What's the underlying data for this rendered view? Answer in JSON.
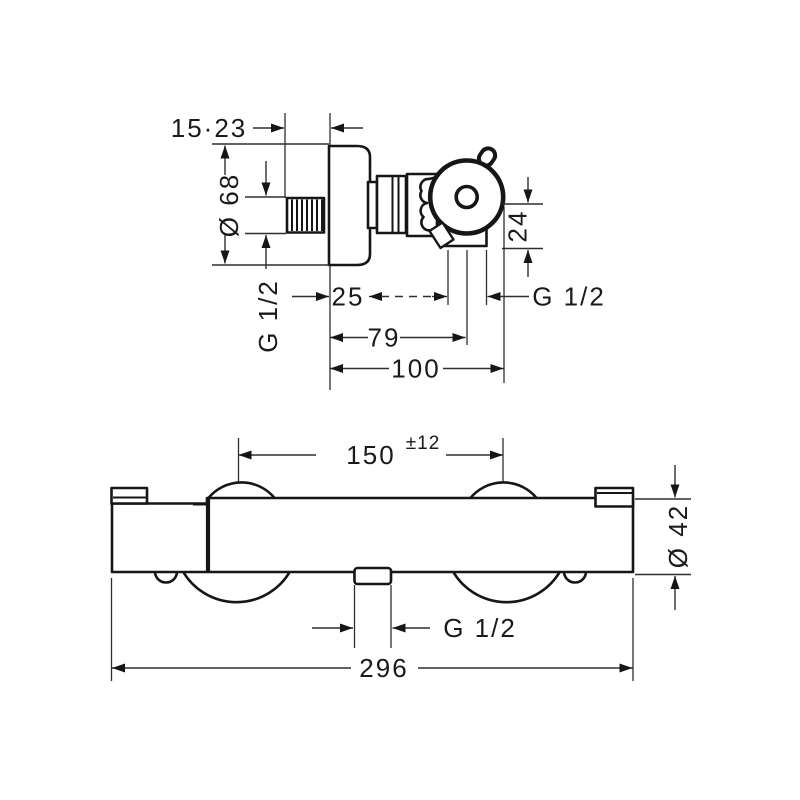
{
  "colors": {
    "background": "#ffffff",
    "line": "#161616",
    "dimension_line": "#2e2e2e",
    "text": "#1a1a1a"
  },
  "side_view": {
    "labels": {
      "wall_distance": "15·23",
      "escutcheon_diameter": "Ø 68",
      "inlet_thread": "G 1/2",
      "escutcheon_depth": "25",
      "outlet_thread": "G 1/2",
      "outlet_offset": "24",
      "outlet_center_depth": "79",
      "overall_depth": "100"
    }
  },
  "front_view": {
    "labels": {
      "inlet_centers": "150",
      "inlet_centers_tolerance": "±12",
      "body_diameter": "Ø 42",
      "outlet_thread": "G 1/2",
      "overall_width": "296"
    }
  }
}
